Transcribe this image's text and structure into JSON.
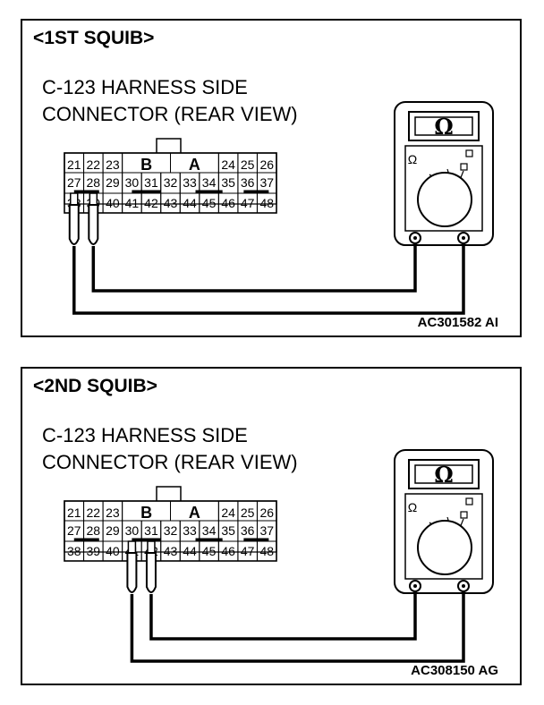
{
  "panels": [
    {
      "title": "<1ST SQUIB>",
      "connector_label_line1": "C-123 HARNESS SIDE",
      "connector_label_line2": "CONNECTOR (REAR VIEW)",
      "figure_code": "AC301582 AI",
      "probe_pins": [
        "27",
        "28"
      ]
    },
    {
      "title": "<2ND SQUIB>",
      "connector_label_line1": "C-123 HARNESS SIDE",
      "connector_label_line2": "CONNECTOR (REAR VIEW)",
      "figure_code": "AC308150 AG",
      "probe_pins": [
        "30",
        "31"
      ]
    }
  ],
  "connector": {
    "row1_left": [
      "21",
      "22",
      "23"
    ],
    "row1_right": [
      "24",
      "25",
      "26"
    ],
    "block_labels": [
      "B",
      "A"
    ],
    "row2": [
      "27",
      "28",
      "29",
      "30",
      "31",
      "32",
      "33",
      "34",
      "35",
      "36",
      "37"
    ],
    "row3": [
      "38",
      "39",
      "40",
      "41",
      "42",
      "43",
      "44",
      "45",
      "46",
      "47",
      "48"
    ]
  },
  "meter": {
    "display_symbol": "Ω",
    "range_marker": "Ω"
  }
}
